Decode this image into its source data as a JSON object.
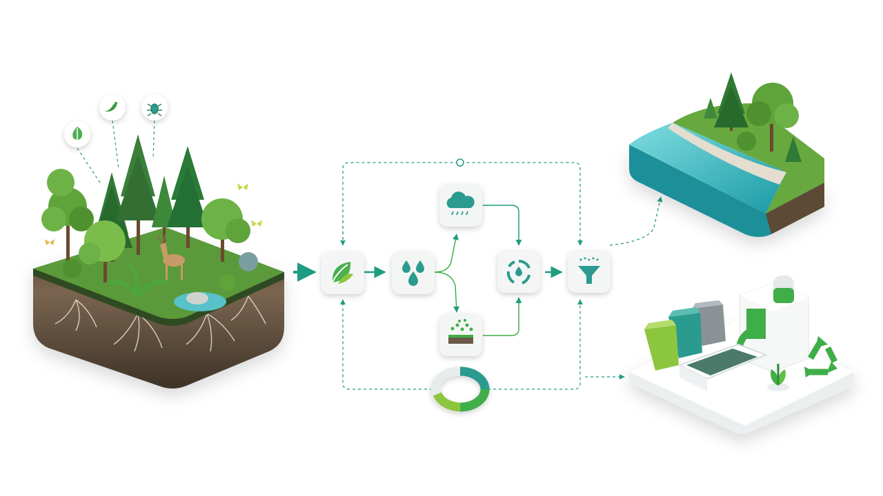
{
  "colors": {
    "accent": "#1f9c82",
    "green": "#3fae49",
    "light_green": "#8cc63f",
    "teal": "#2b9b8f",
    "water": "#47c3c9",
    "soil": "#6b5a48",
    "gray": "#9aa3a6",
    "tile_bg": "#f4f6f5"
  },
  "diagram": {
    "inputs": [
      "forest-ecosystem",
      "biodiversity-markers"
    ],
    "outputs": [
      "clean-water-ecosystem",
      "waste-recycling-station"
    ],
    "nodes": [
      {
        "id": "plants",
        "icon": "leaf-icon"
      },
      {
        "id": "water",
        "icon": "water-drops-icon"
      },
      {
        "id": "rain",
        "icon": "rain-cloud-icon"
      },
      {
        "id": "soil",
        "icon": "soil-icon"
      },
      {
        "id": "cycle",
        "icon": "water-cycle-icon"
      },
      {
        "id": "filter",
        "icon": "filter-funnel-icon"
      },
      {
        "id": "balance",
        "icon": "ring-chart-icon"
      }
    ],
    "markers": [
      "leaf-icon",
      "bird-icon",
      "bug-icon"
    ]
  }
}
